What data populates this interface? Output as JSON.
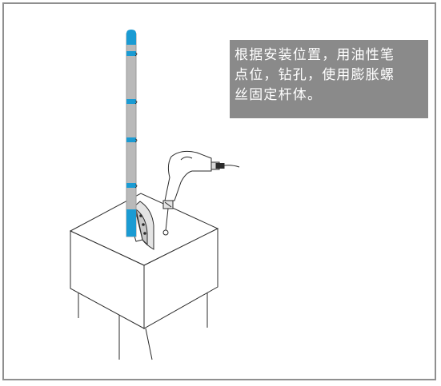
{
  "instruction": {
    "lines": [
      "根据安装位置，用油性笔",
      "点位，钻孔，使用膨胀螺",
      "丝固定杆体。"
    ]
  },
  "colors": {
    "frame": "#8f8f8f",
    "callout_bg": "#8a8a8a",
    "callout_text": "#ffffff",
    "pole_body": "#b9b9b9",
    "pole_accent": "#1a9bd3",
    "line": "#2b2b2b"
  },
  "icons": {
    "pole": "pole-illustration",
    "drill": "drill-icon",
    "pedestal": "pedestal-box",
    "bracket": "mounting-bracket"
  }
}
